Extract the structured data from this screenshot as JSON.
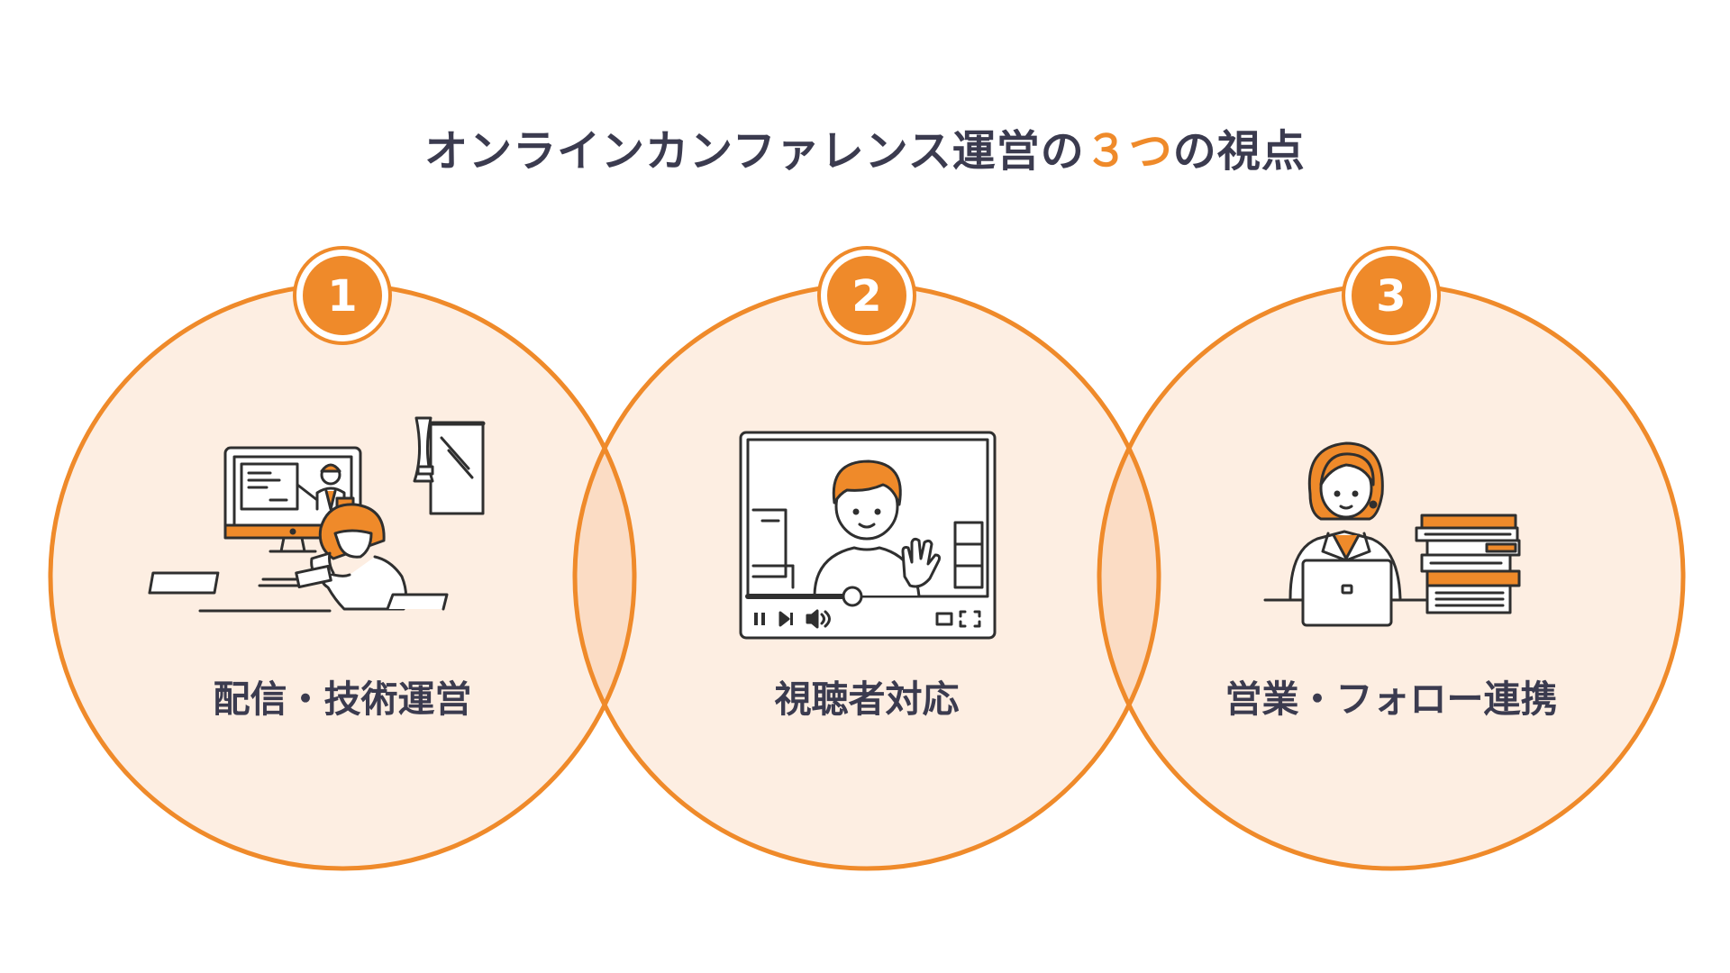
{
  "title": {
    "before": "オンラインカンファレンス運営の",
    "accent": "３つ",
    "after": "の視点"
  },
  "colors": {
    "accent": "#ef8a2a",
    "circle_fill": "#fdeee2",
    "overlap_fill": "#fbdcc4",
    "text": "#3b3b4f"
  },
  "items": [
    {
      "number": "1",
      "label": "配信・技術運営",
      "icon": "woman-at-computer-with-online-lecture-icon"
    },
    {
      "number": "2",
      "label": "視聴者対応",
      "icon": "video-player-with-waving-man-icon"
    },
    {
      "number": "3",
      "label": "営業・フォロー連携",
      "icon": "woman-with-laptop-and-books-icon"
    }
  ]
}
